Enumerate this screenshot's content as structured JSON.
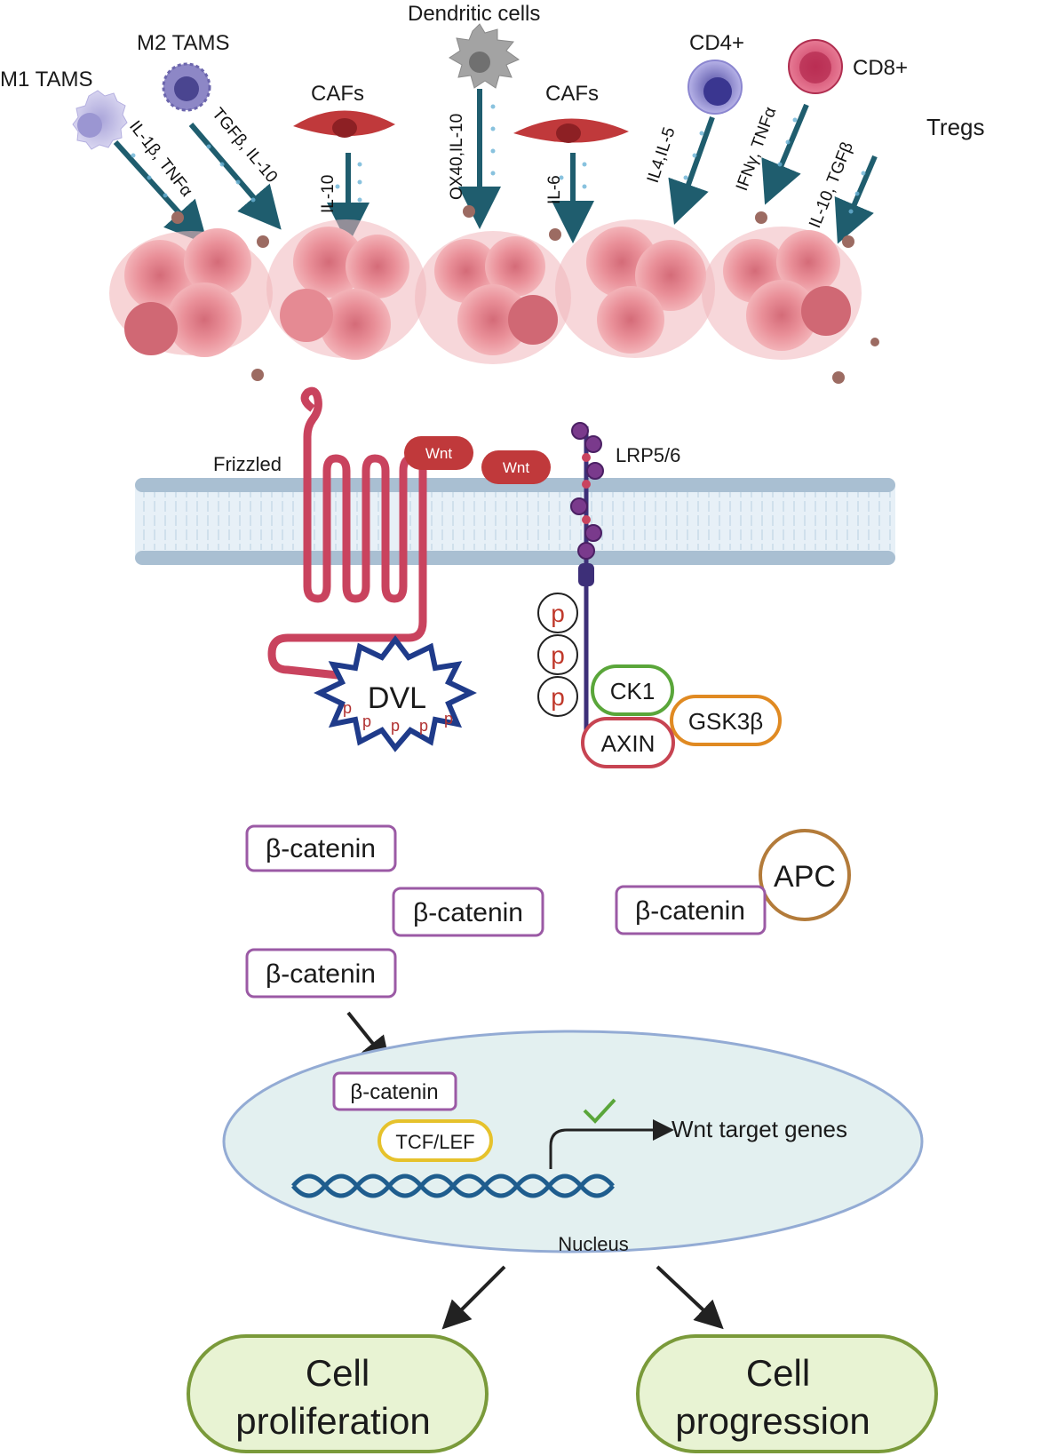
{
  "immune_cells": {
    "m1_tams": "M1 TAMS",
    "m2_tams": "M2 TAMS",
    "cafs_left": "CAFs",
    "dendritic_cells": "Dendritic cells",
    "cafs_right": "CAFs",
    "cd4": "CD4+",
    "cd8": "CD8+",
    "tregs": "Tregs"
  },
  "cytokines": {
    "m1": "IL-1β, TNFα",
    "m2": "TGFβ, IL-10",
    "caf_left": "IL-10",
    "dendritic": "OX40,IL-10",
    "caf_right": "IL-6",
    "cd4": "IL4,IL-5",
    "cd8": "IFNγ, TNFα",
    "tregs": "IL-10, TGFβ"
  },
  "membrane": {
    "frizzled": "Frizzled",
    "wnt1": "Wnt",
    "wnt2": "Wnt",
    "lrp": "LRP5/6",
    "dvl": "DVL",
    "p_small": "p",
    "p_big": "p",
    "ck1": "CK1",
    "gsk3b": "GSK3β",
    "axin": "AXIN"
  },
  "cytoplasm": {
    "catenin1": "β-catenin",
    "catenin2": "β-catenin",
    "catenin3": "β-catenin",
    "catenin4": "β-catenin",
    "apc": "APC"
  },
  "nucleus": {
    "catenin": "β-catenin",
    "tcf_lef": "TCF/LEF",
    "target_genes": "Wnt target genes",
    "label": "Nucleus"
  },
  "outcomes": {
    "proliferation_line1": "Cell",
    "proliferation_line2": "proliferation",
    "progression_line1": "Cell",
    "progression_line2": "progression"
  },
  "colors": {
    "arrow_teal": "#1f5d6e",
    "membrane_blue": "#9bb7cf",
    "receptor_red": "#c9435e",
    "catenin_purple": "#9b5aa5",
    "outcome_green": "#7a9a3a",
    "outcome_fill": "#e8f3d3",
    "nucleus_fill": "#e3f0f0"
  }
}
